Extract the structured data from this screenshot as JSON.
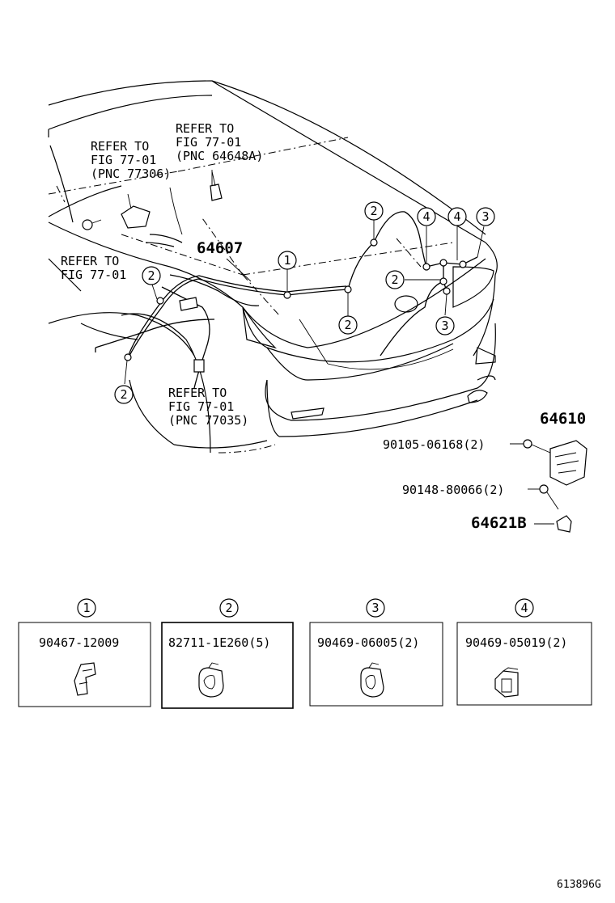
{
  "refer_labels": [
    {
      "lines": [
        "REFER TO",
        "FIG 77-01",
        "(PNC 77306)"
      ]
    },
    {
      "lines": [
        "REFER TO",
        "FIG 77-01",
        "(PNC 64648A)"
      ]
    },
    {
      "lines": [
        "REFER TO",
        "FIG 77-01"
      ]
    },
    {
      "lines": [
        "REFER TO",
        "FIG 77-01",
        "(PNC 77035)"
      ]
    }
  ],
  "main_parts": {
    "harness": "64607",
    "latch_assy": "64610",
    "bolt": "90105-06168(2)",
    "screw": "90148-80066(2)",
    "striker": "64621B"
  },
  "callouts": [
    "1",
    "2",
    "3",
    "4"
  ],
  "legend": [
    {
      "num": "1",
      "part": "90467-12009"
    },
    {
      "num": "2",
      "part": "82711-1E260(5)"
    },
    {
      "num": "3",
      "part": "90469-06005(2)"
    },
    {
      "num": "4",
      "part": "90469-05019(2)"
    }
  ],
  "figure_id": "613896G"
}
